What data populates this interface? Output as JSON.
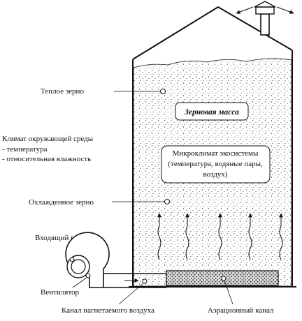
{
  "labels": {
    "warm_grain": "Теплое зерно",
    "grain_mass": "Зерновая масса",
    "climate_title": "Климат окружающей среды",
    "climate_temp": "- температура",
    "climate_humidity": "- относительная влажность",
    "micro_line1": "Микроклимат экосистемы",
    "micro_line2": "(температура, водяные пары,",
    "micro_line3": "воздух)",
    "cooled_grain": "Охлажденное зерно",
    "incoming_air": "Входящий воздух",
    "fan": "Вентилятор",
    "supply_channel": "Канал нагнетаемого воздуха",
    "aeration_channel": "Аэрационный канал"
  }
}
